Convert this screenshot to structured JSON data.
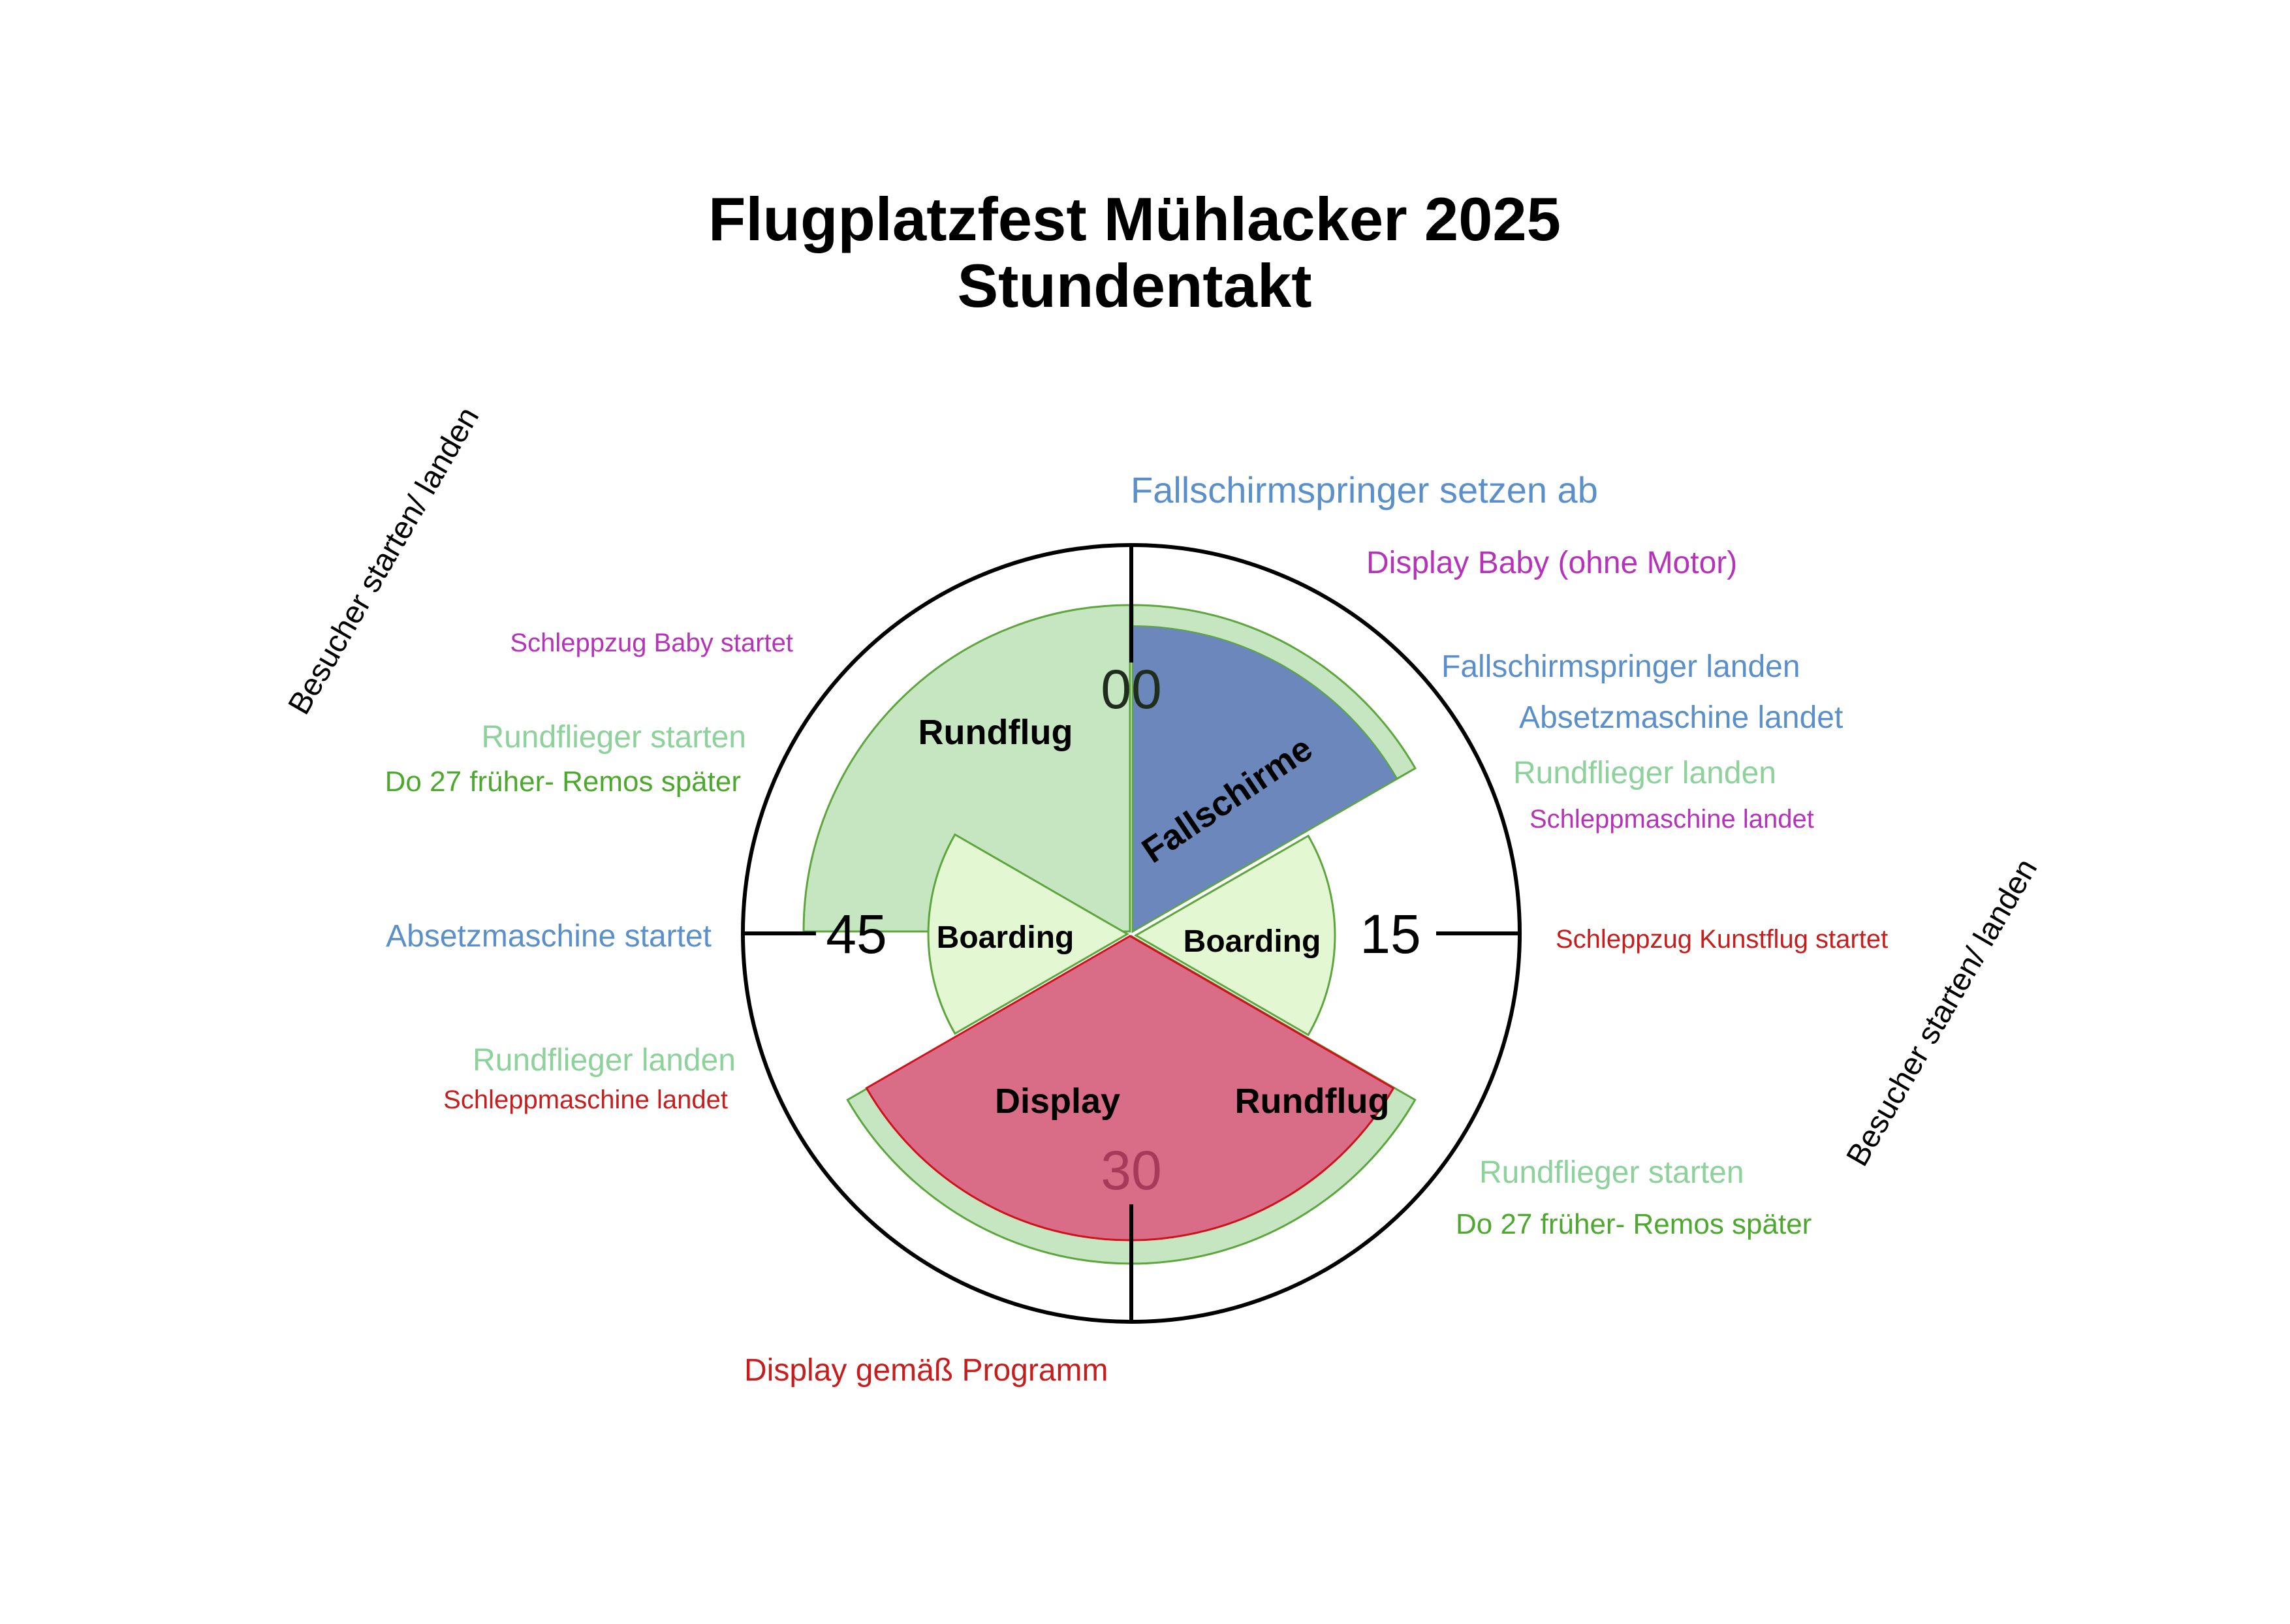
{
  "title": {
    "line1": "Flugplatzfest Mühlacker 2025",
    "line2": "Stundentakt"
  },
  "colors": {
    "blue": "#5b8fc9",
    "green_text": "#8dd19b",
    "green_dark_text": "#4da82e",
    "purple": "#b533b8",
    "red": "#c81d1d",
    "black": "#000000",
    "rundflug_fill": "#c6e6c2",
    "rundflug_stroke": "#5da53d",
    "boarding_fill": "#e3f8d2",
    "fallschirme_fill": "#6b87bb",
    "display_fill": "#d96d88",
    "display_stroke": "#d0101a"
  },
  "clock": {
    "minutes": {
      "m00": "00",
      "m15": "15",
      "m30": "30",
      "m45": "45"
    }
  },
  "segments": {
    "rundflug_top": {
      "label": "Rundflug",
      "start_minute": 45,
      "end_minute": 60
    },
    "fallschirme": {
      "label": "Fallschirme",
      "start_minute": 0,
      "end_minute": 10
    },
    "boarding_right": {
      "label": "Boarding",
      "start_minute": 10,
      "end_minute": 20
    },
    "rundflug_bottom": {
      "label": "Rundflug",
      "start_minute": 20,
      "end_minute": 40
    },
    "display": {
      "label": "Display",
      "start_minute": 20,
      "end_minute": 40
    },
    "boarding_left": {
      "label": "Boarding",
      "start_minute": 40,
      "end_minute": 50
    }
  },
  "annotations": {
    "fallschirmspringer_setzen_ab": "Fallschirmspringer setzen ab",
    "display_baby": "Display Baby (ohne Motor)",
    "fallschirmspringer_landen": "Fallschirmspringer landen",
    "absetzmaschine_landet": "Absetzmaschine landet",
    "rundflieger_landen_right": "Rundflieger landen",
    "schleppmaschine_landet_right": "Schleppmaschine landet",
    "schleppzug_kunstflug": "Schleppzug Kunstflug startet",
    "besucher_right": "Besucher starten/ landen",
    "rundflieger_starten_right": "Rundflieger starten",
    "do27_right": "Do 27 früher- Remos später",
    "display_gemaess_programm": "Display gemäß Programm",
    "rundflieger_landen_left": "Rundflieger landen",
    "schleppmaschine_landet_left": "Schleppmaschine landet",
    "absetzmaschine_startet": "Absetzmaschine startet",
    "rundflieger_starten_left": "Rundflieger starten",
    "do27_left": "Do 27 früher- Remos später",
    "schleppzug_baby": "Schleppzug Baby startet",
    "besucher_left": "Besucher starten/ landen"
  }
}
